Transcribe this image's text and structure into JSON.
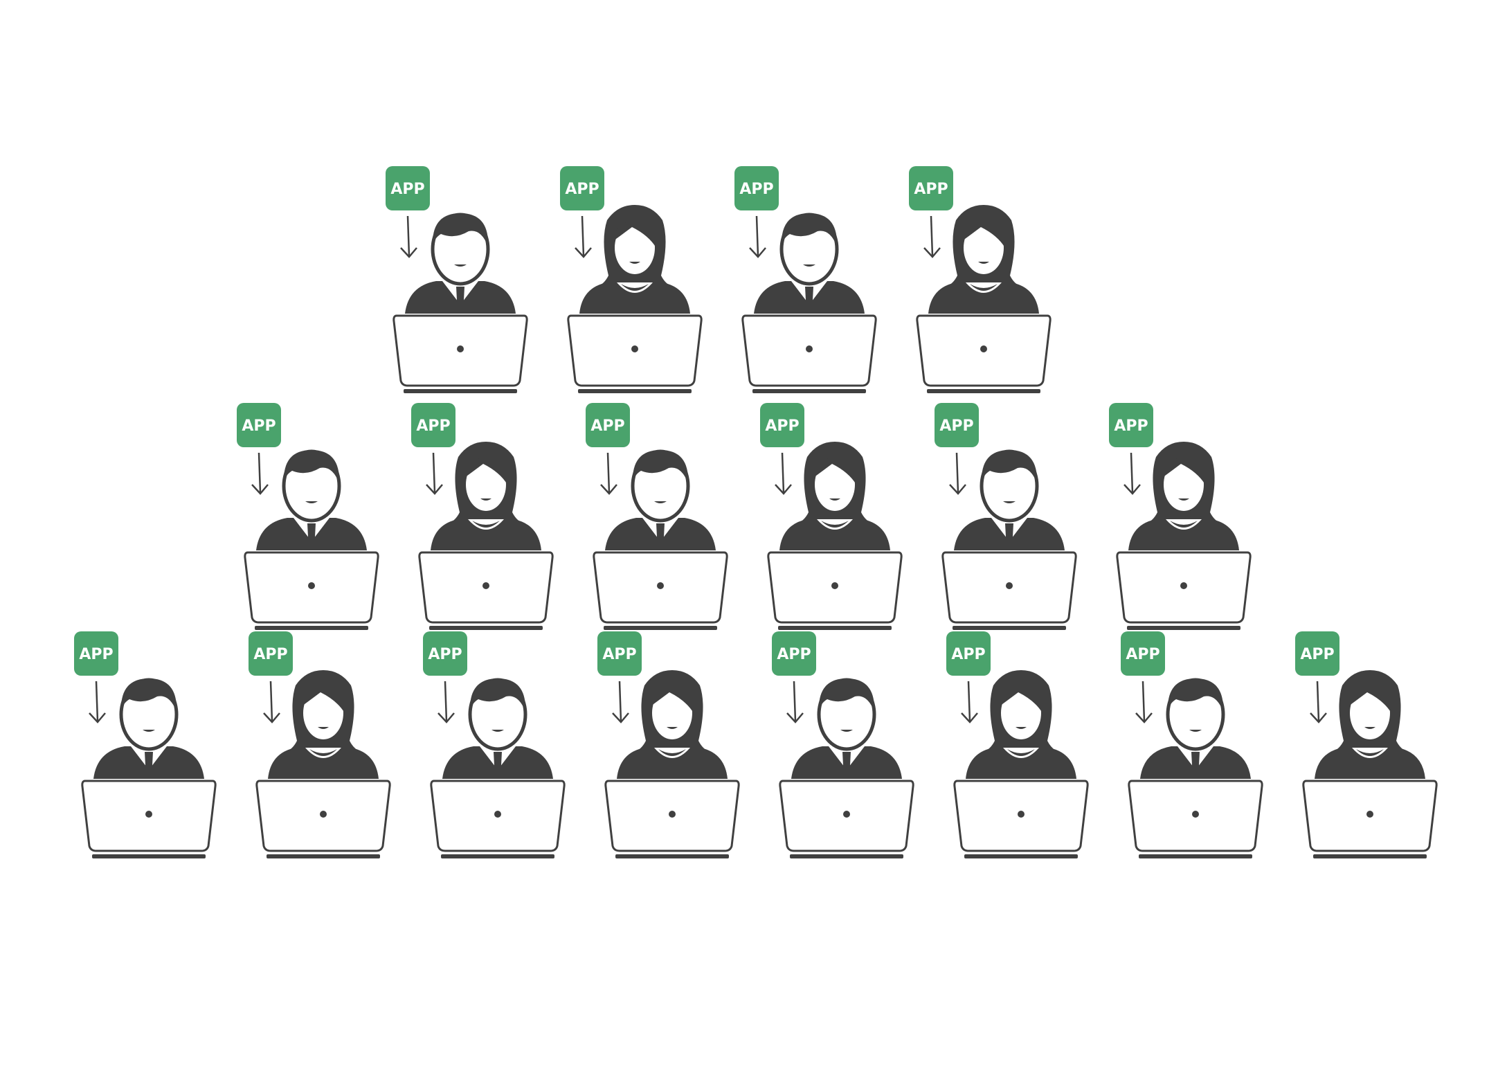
{
  "badge_label": "APP",
  "colors": {
    "badge": "#4aa36c",
    "figure": "#404040",
    "laptop_outline": "#404040",
    "laptop_fill": "#ffffff",
    "background": "#ffffff"
  },
  "rows": [
    {
      "name": "top-row",
      "users": [
        "male",
        "female",
        "male",
        "female"
      ]
    },
    {
      "name": "middle-row",
      "users": [
        "male",
        "female",
        "male",
        "female",
        "male",
        "female"
      ]
    },
    {
      "name": "bottom-row",
      "users": [
        "male",
        "female",
        "male",
        "female",
        "male",
        "female",
        "male",
        "female"
      ]
    }
  ],
  "icons": {
    "badge": "app-badge-icon",
    "arrow": "arrow-down-icon",
    "male": "male-user-icon",
    "female": "female-user-icon",
    "laptop": "laptop-icon"
  }
}
